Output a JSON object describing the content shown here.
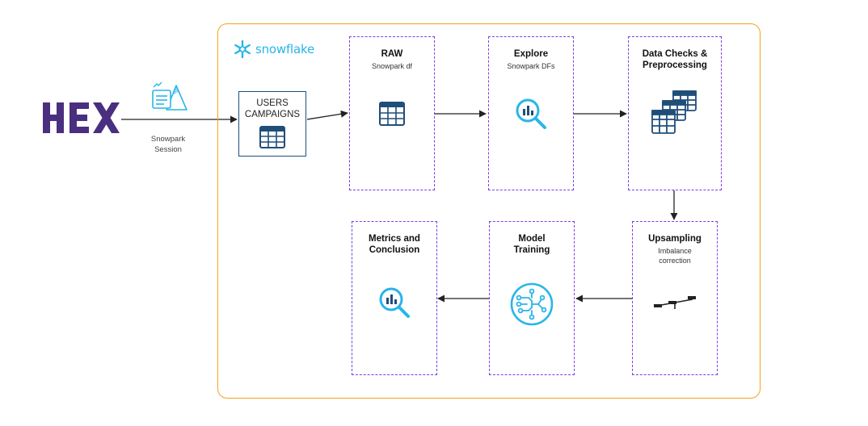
{
  "hex": {
    "logo_text": "HEX"
  },
  "session": {
    "label_line1": "Snowpark",
    "label_line2": "Session"
  },
  "snowflake": {
    "logo_text": "snowflake",
    "color": "#29b5e8"
  },
  "source_table": {
    "line1": "USERS",
    "line2": "CAMPAIGNS"
  },
  "stages": {
    "raw": {
      "title": "RAW",
      "subtitle": "Snowpark df"
    },
    "explore": {
      "title": "Explore",
      "subtitle": "Snowpark DFs"
    },
    "checks": {
      "title_line1": "Data Checks &",
      "title_line2": "Preprocessing"
    },
    "upsampling": {
      "title": "Upsampling",
      "subtitle_line1": "Imbalance",
      "subtitle_line2": "correction"
    },
    "training": {
      "title_line1": "Model",
      "title_line2": "Training"
    },
    "metrics": {
      "title_line1": "Metrics and",
      "title_line2": "Conclusion"
    }
  },
  "colors": {
    "frame": "#f5a11c",
    "stage_border": "#7b3fe4",
    "hex_purple": "#4a2f80",
    "table_navy": "#1f4e79",
    "icon_blue": "#29b5e8"
  },
  "icons": [
    "snowflake-icon",
    "snowpark-session-icon",
    "table-icon",
    "magnifier-chart-icon",
    "stacked-tables-icon",
    "balance-scale-icon",
    "neural-chip-icon"
  ]
}
